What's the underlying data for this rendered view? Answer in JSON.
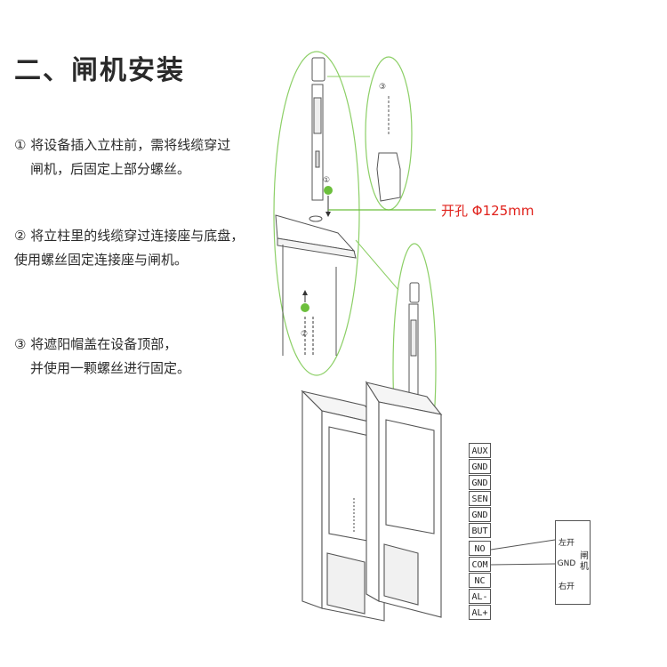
{
  "title": "二、闸机安装",
  "steps": [
    {
      "line1": "① 将设备插入立柱前，需将线缆穿过",
      "line2": "闸机，后固定上部分螺丝。"
    },
    {
      "line1": "② 将立柱里的线缆穿过连接座与底盘，",
      "line2": "使用螺丝固定连接座与闸机。"
    },
    {
      "line1": "③ 将遮阳帽盖在设备顶部，",
      "line2": "并使用一颗螺丝进行固定。"
    }
  ],
  "callouts": {
    "hole": "开孔 Φ125mm",
    "n1": "①",
    "n2": "②",
    "n3": "③"
  },
  "terminals": [
    "AUX",
    "GND",
    "GND",
    "SEN",
    "GND",
    "BUT",
    "NO",
    "COM",
    "NC",
    "AL-",
    "AL+"
  ],
  "gate": {
    "open_left": "左开",
    "gnd": "GND",
    "open_right": "右开",
    "name": "闸机"
  },
  "colors": {
    "accent_green": "#6cbf3c",
    "hole_red": "#e0211b",
    "line": "#555555"
  }
}
